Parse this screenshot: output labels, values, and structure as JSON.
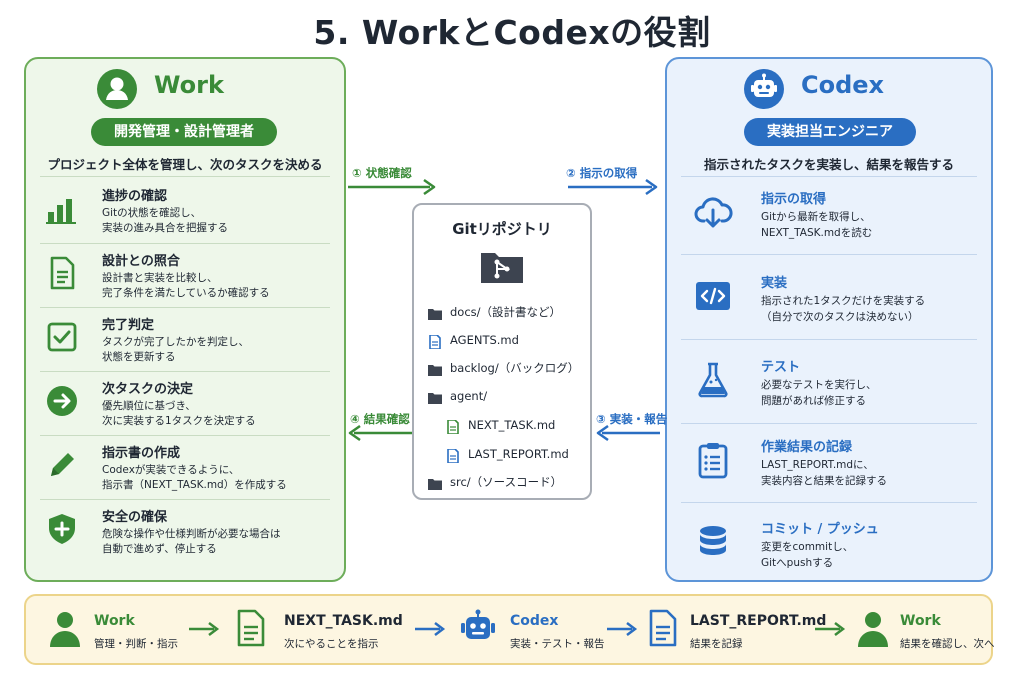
{
  "title": "5. WorkとCodexの役割",
  "colors": {
    "work": "#3a8b38",
    "codex": "#2a6ec2",
    "repo_border": "#a8adb5",
    "strip_bg": "#fdf6e1"
  },
  "work": {
    "name": "Work",
    "role": "開発管理・設計管理者",
    "tagline": "プロジェクト全体を管理し、次のタスクを決める",
    "items": [
      {
        "icon": "bar-chart-icon",
        "heading": "進捗の確認",
        "desc1": "Gitの状態を確認し、",
        "desc2": "実装の進み具合を把握する"
      },
      {
        "icon": "document-icon",
        "heading": "設計との照合",
        "desc1": "設計書と実装を比較し、",
        "desc2": "完了条件を満たしているか確認する"
      },
      {
        "icon": "checkbox-icon",
        "heading": "完了判定",
        "desc1": "タスクが完了したかを判定し、",
        "desc2": "状態を更新する"
      },
      {
        "icon": "arrow-circle-icon",
        "heading": "次タスクの決定",
        "desc1": "優先順位に基づき、",
        "desc2": "次に実装する1タスクを決定する"
      },
      {
        "icon": "pencil-icon",
        "heading": "指示書の作成",
        "desc1": "Codexが実装できるように、",
        "desc2": "指示書（NEXT_TASK.md）を作成する"
      },
      {
        "icon": "shield-plus-icon",
        "heading": "安全の確保",
        "desc1": "危険な操作や仕様判断が必要な場合は",
        "desc2": "自動で進めず、停止する"
      }
    ]
  },
  "codex": {
    "name": "Codex",
    "role": "実装担当エンジニア",
    "tagline": "指示されたタスクを実装し、結果を報告する",
    "items": [
      {
        "icon": "cloud-download-icon",
        "heading": "指示の取得",
        "desc1": "Gitから最新を取得し、",
        "desc2": "NEXT_TASK.mdを読む"
      },
      {
        "icon": "code-icon",
        "heading": "実装",
        "desc1": "指示された1タスクだけを実装する",
        "desc2": "（自分で次のタスクは決めない）"
      },
      {
        "icon": "flask-icon",
        "heading": "テスト",
        "desc1": "必要なテストを実行し、",
        "desc2": "問題があれば修正する"
      },
      {
        "icon": "clipboard-list-icon",
        "heading": "作業結果の記録",
        "desc1": "LAST_REPORT.mdに、",
        "desc2": "実装内容と結果を記録する"
      },
      {
        "icon": "database-icon",
        "heading": "コミット / プッシュ",
        "desc1": "変更をcommitし、",
        "desc2": "Gitへpushする"
      }
    ]
  },
  "flows": {
    "state_check": "① 状態確認",
    "get_instruction": "② 指示の取得",
    "implement_report": "③ 実装・報告",
    "result_check": "④ 結果確認"
  },
  "repo": {
    "title": "Gitリポジトリ",
    "entries": [
      {
        "type": "folder",
        "label": "docs/（設計書など）"
      },
      {
        "type": "file",
        "label": "AGENTS.md"
      },
      {
        "type": "folder",
        "label": "backlog/（バックログ）"
      },
      {
        "type": "folder",
        "label": "agent/"
      },
      {
        "type": "file-green",
        "label": "NEXT_TASK.md"
      },
      {
        "type": "file",
        "label": "LAST_REPORT.md"
      },
      {
        "type": "folder",
        "label": "src/（ソースコード）"
      }
    ]
  },
  "strip": {
    "steps": [
      {
        "icon": "person-icon",
        "name": "Work",
        "desc": "管理・判断・指示"
      },
      {
        "icon": "document-icon",
        "name": "NEXT_TASK.md",
        "desc": "次にやることを指示"
      },
      {
        "icon": "robot-icon",
        "name": "Codex",
        "desc": "実装・テスト・報告"
      },
      {
        "icon": "document-icon",
        "name": "LAST_REPORT.md",
        "desc": "結果を記録"
      },
      {
        "icon": "person-icon",
        "name": "Work",
        "desc": "結果を確認し、次へ"
      }
    ]
  }
}
